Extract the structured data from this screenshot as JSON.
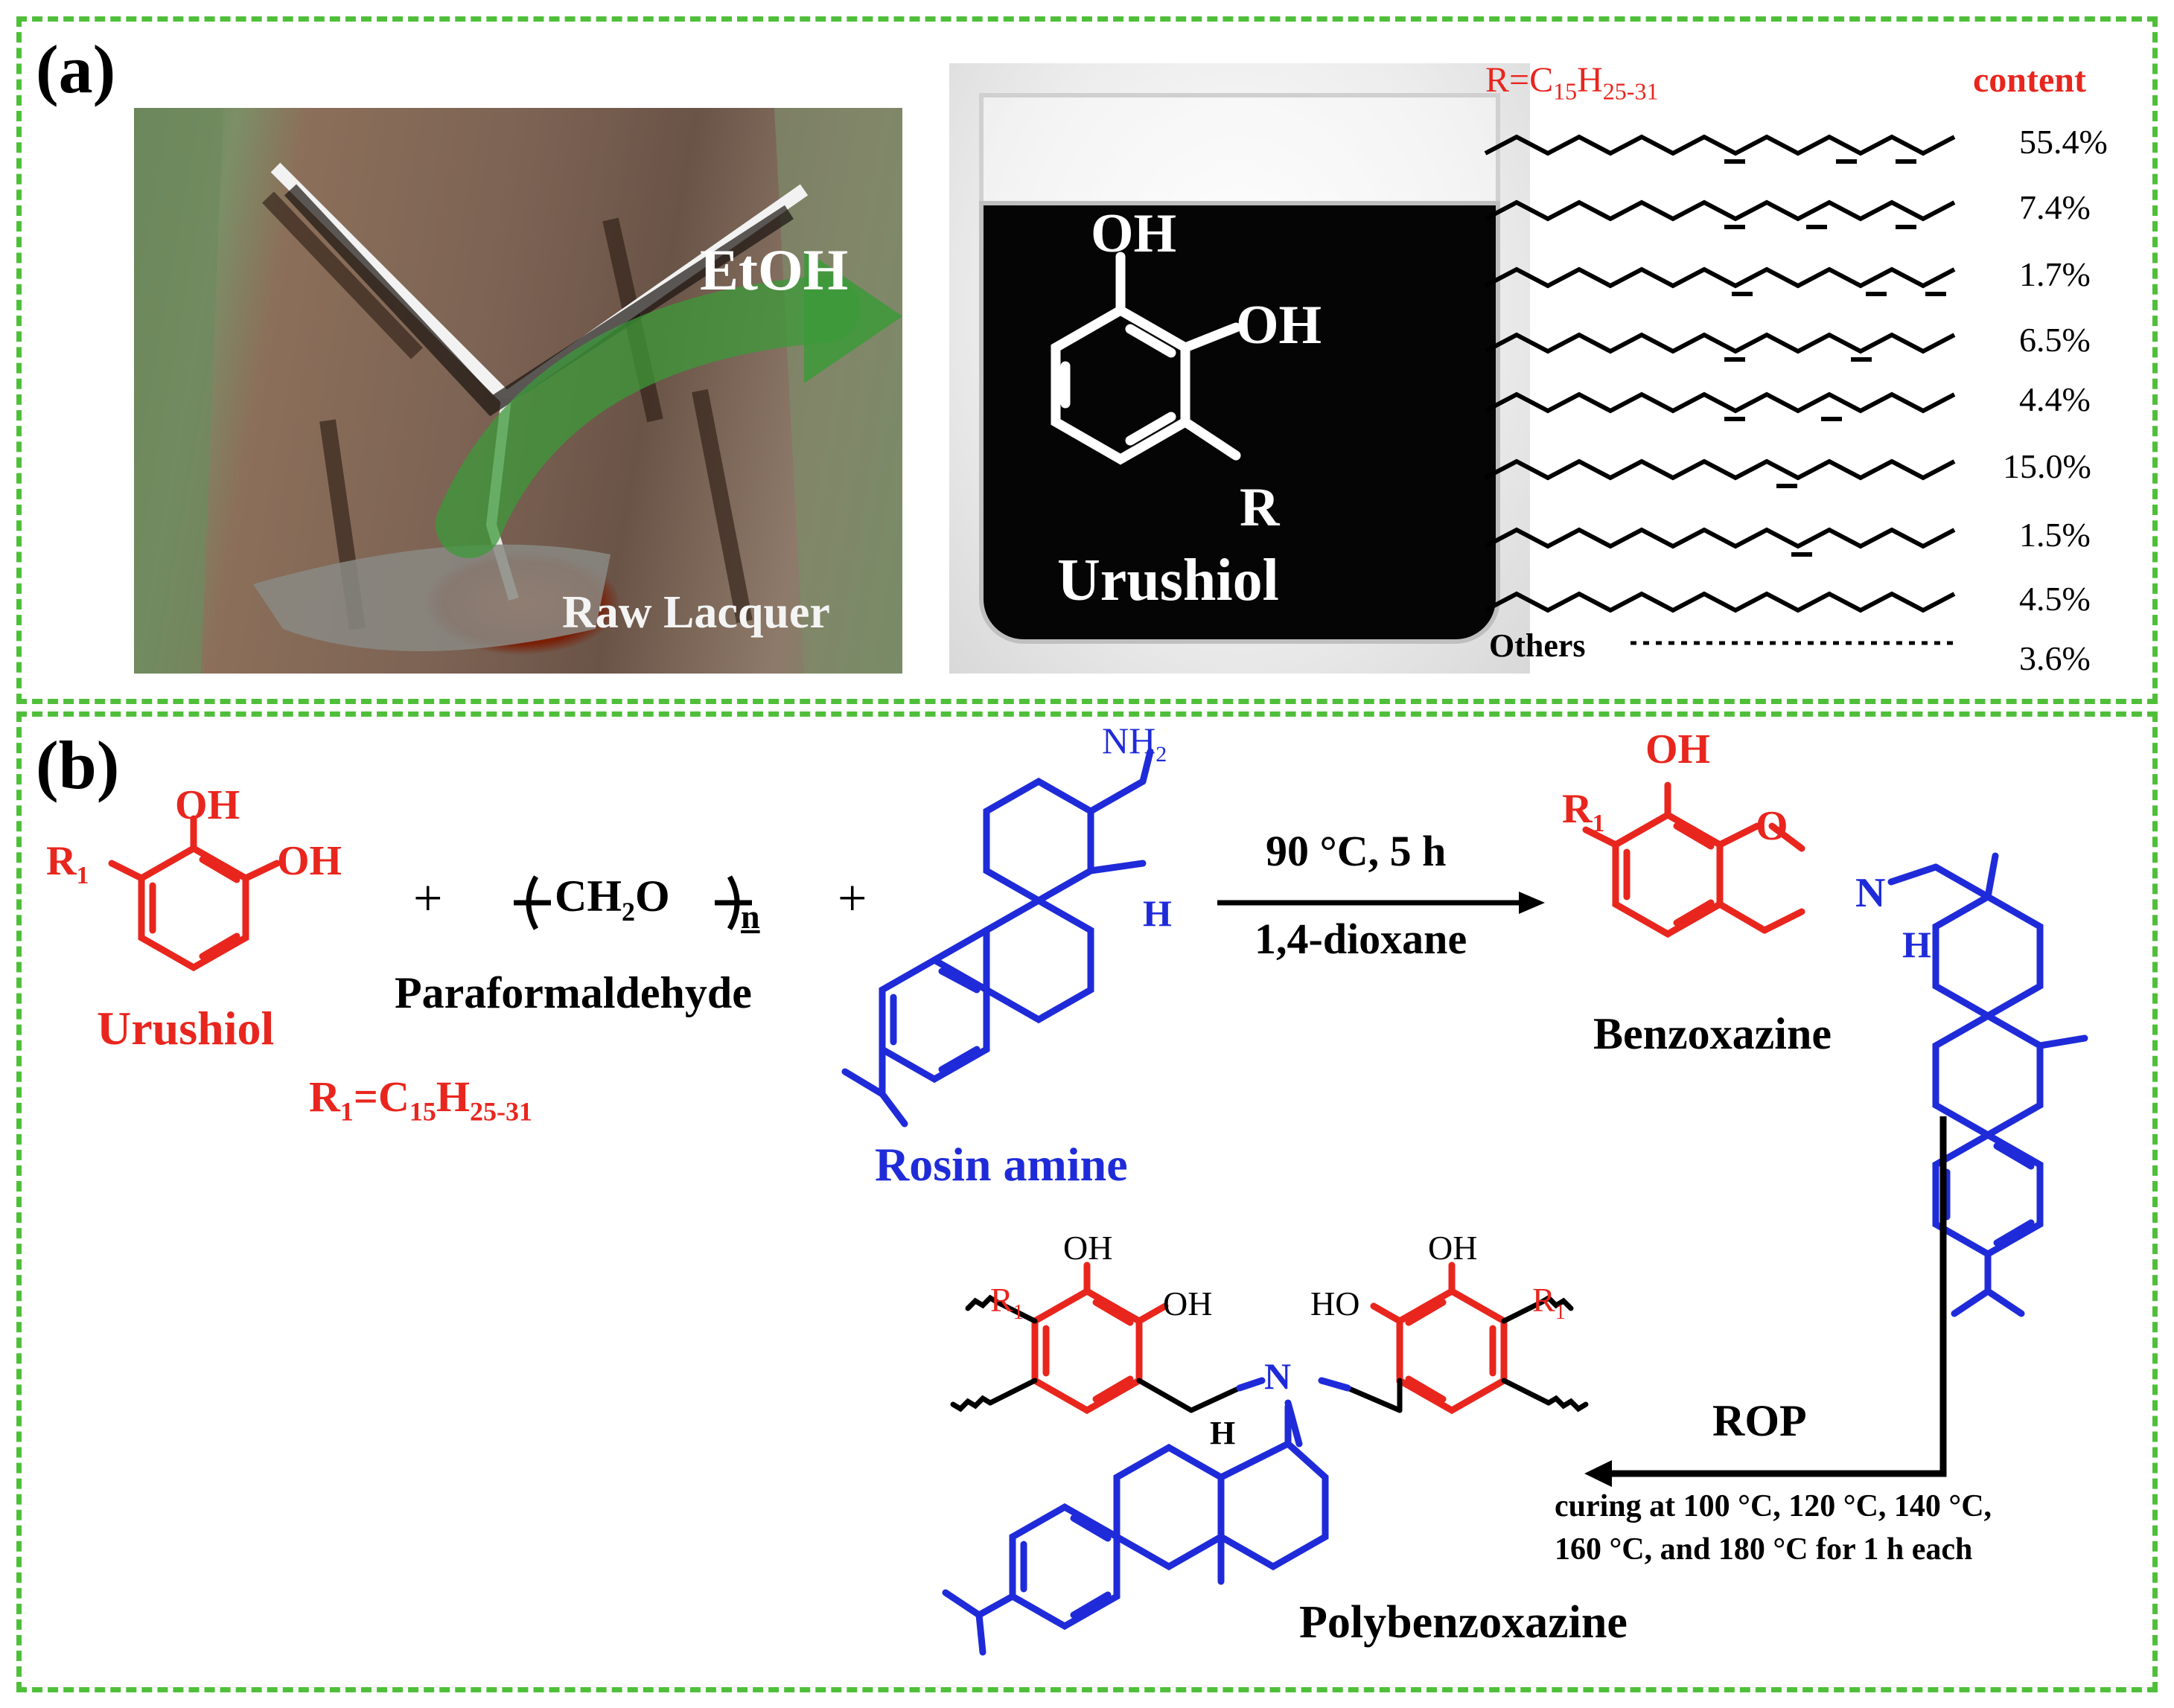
{
  "panel_a": {
    "label": "(a)",
    "photo_tree": {
      "solvent": "EtOH",
      "caption": "Raw Lacquer"
    },
    "photo_beaker": {
      "oh_top": "OH",
      "oh_side": "OH",
      "r_group": "R",
      "caption": "Urushiol"
    },
    "r_definition": "R=C15H25-31",
    "content_header": "content",
    "side_chains": [
      {
        "content": "55.4%"
      },
      {
        "content": "7.4%"
      },
      {
        "content": "1.7%"
      },
      {
        "content": "6.5%"
      },
      {
        "content": "4.4%"
      },
      {
        "content": "15.0%"
      },
      {
        "content": "1.5%"
      },
      {
        "content": "4.5%"
      },
      {
        "label": "Others",
        "content": "3.6%"
      }
    ]
  },
  "panel_b": {
    "label": "(b)",
    "urushiol": {
      "name": "Urushiol",
      "r1": "R1",
      "oh1": "OH",
      "oh2": "OH",
      "r1_definition": "R1=C15H25-31"
    },
    "plus1": "+",
    "plus2": "+",
    "paraformaldehyde": {
      "formula": "CH2O",
      "subscript": "n",
      "name": "Paraformaldehyde"
    },
    "rosin_amine": {
      "name": "Rosin amine",
      "nh2": "NH2",
      "h": "H"
    },
    "reaction": {
      "conditions_top": "90 °C, 5 h",
      "conditions_bottom": "1,4-dioxane"
    },
    "benzoxazine": {
      "name": "Benzoxazine",
      "oh": "OH",
      "o": "O",
      "n": "N",
      "r1": "R1",
      "h": "H"
    },
    "rop": {
      "label": "ROP",
      "condition_lines": [
        "curing at 100 °C, 120 °C, 140 °C,",
        "160 °C, and 180 °C for 1 h each"
      ]
    },
    "polybenzoxazine": {
      "name": "Polybenzoxazine",
      "oh_a": "OH",
      "oh_b": "OH",
      "oh_c": "OH",
      "ho": "HO",
      "r1_left": "R1",
      "r1_right": "R1",
      "n": "N",
      "h": "H"
    }
  },
  "colors": {
    "frame": "#4fbf3a",
    "urushiol_part": "#e8261e",
    "rosin_part": "#1f2bd9",
    "arrow_green": "#3c9a3a"
  }
}
